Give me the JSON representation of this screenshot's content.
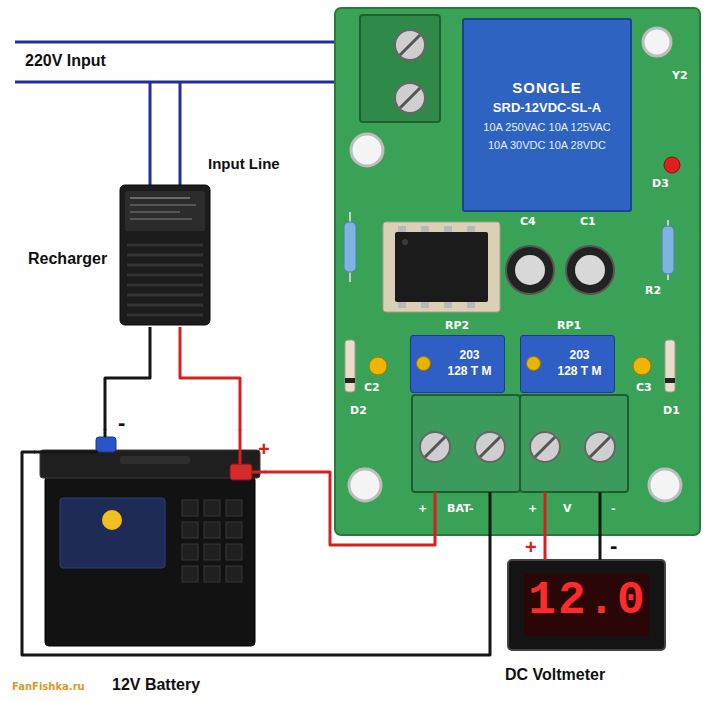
{
  "diagram": {
    "nodes": [
      {
        "text": [
          "Recharger"
        ]
      },
      {
        "text": [
          "Y2",
          "D3",
          "C4",
          "C1",
          "R2",
          "RP2",
          "RP1",
          "C2",
          "D2",
          "C3",
          "D1",
          "+",
          "BAT-",
          "+",
          "V",
          "-"
        ]
      },
      {
        "text": [
          "SONGLE",
          "SRD-12VDC-SL-A",
          "10A 250VAC 10A 125VAC",
          "10A 30VDC 10A 28VDC"
        ],
        "in": 1
      },
      {
        "text": [
          "203",
          "128 T M"
        ],
        "in": 1
      },
      {
        "text": [
          "203",
          "128 T M"
        ],
        "in": 1
      },
      {
        "text": [
          "12V Battery"
        ]
      },
      {
        "text": [
          "12.0",
          "DC Voltmeter"
        ]
      }
    ],
    "edges": [
      {
        "from": 0,
        "to": 5,
        "arrow": "none"
      },
      {
        "from": 0,
        "to": 5,
        "arrow": "none"
      },
      {
        "from": 5,
        "to": 1,
        "arrow": "none"
      },
      {
        "from": 5,
        "to": 1,
        "arrow": "none"
      },
      {
        "from": 1,
        "to": 6,
        "arrow": "none"
      },
      {
        "from": 1,
        "to": 6,
        "arrow": "none"
      }
    ],
    "labels": [
      "220V Input",
      "Input Line",
      "-",
      "+",
      "+",
      "-",
      "FanFishka.ru"
    ]
  }
}
